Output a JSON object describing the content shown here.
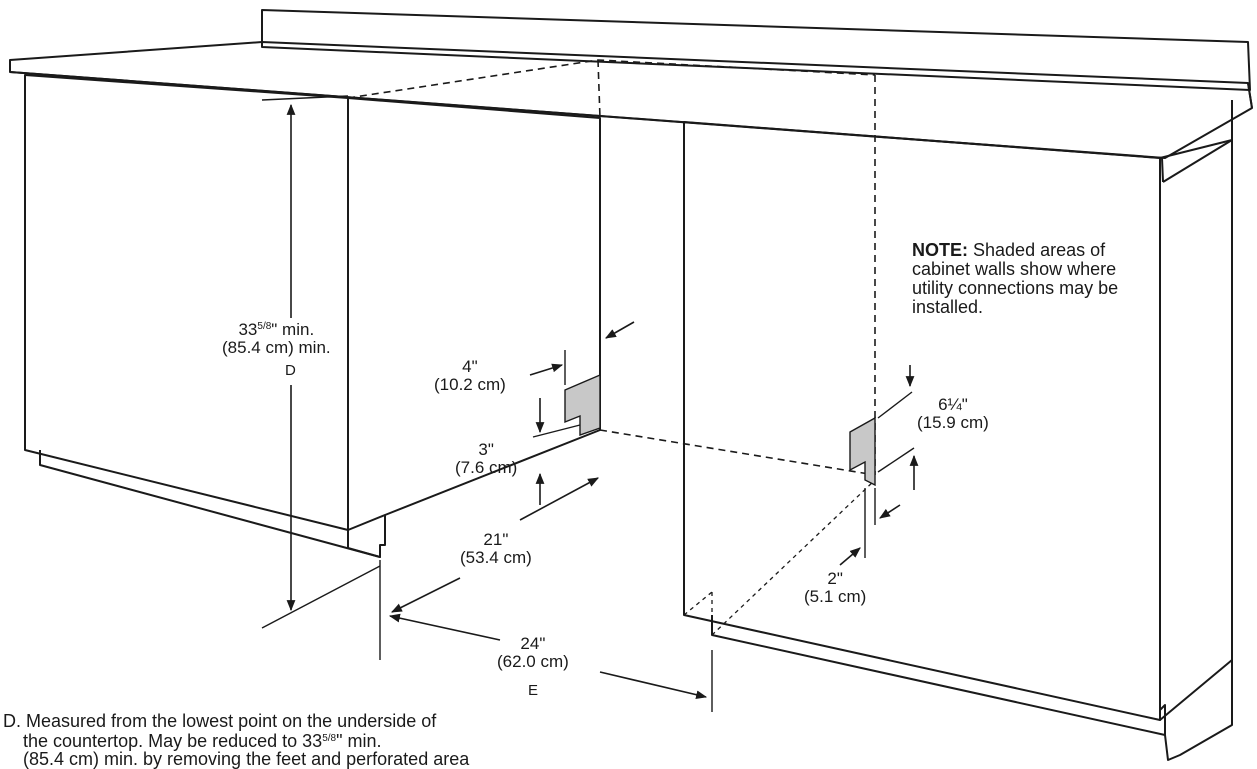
{
  "dimensions": {
    "height": {
      "whole": "33",
      "sup": "5",
      "sub": "8",
      "unit_in": "\" min.",
      "metric": "(85.4 cm) min.",
      "letter": "D"
    },
    "cutout_top": {
      "imperial": "4\"",
      "metric": "(10.2 cm)"
    },
    "cutout_floor": {
      "imperial": "3\"",
      "metric": "(7.6 cm)"
    },
    "depth": {
      "imperial": "21\"",
      "metric": "(53.4 cm)"
    },
    "width": {
      "imperial": "24\"",
      "metric": "(62.0 cm)",
      "letter": "E"
    },
    "right_cutout_height": {
      "imperial": "6¼\"",
      "metric": "(15.9 cm)"
    },
    "right_cutout_offset": {
      "imperial": "2\"",
      "metric": "(5.1 cm)"
    }
  },
  "note": {
    "heading": "NOTE:",
    "text": "Shaded areas of cabinet walls show where utility connections may be installed."
  },
  "caption": {
    "letter": "D.",
    "line1": "Measured from the lowest point on the underside of",
    "line2_prefix": "the countertop. May be reduced to 33",
    "line2_sup": "5",
    "line2_sub": "8",
    "line2_suffix": "\" min.",
    "line3": "(85.4 cm) min. by removing the feet and perforated area"
  },
  "colors": {
    "ink": "#1a1a1a",
    "shade": "#c8c8c8",
    "background": "#ffffff"
  }
}
